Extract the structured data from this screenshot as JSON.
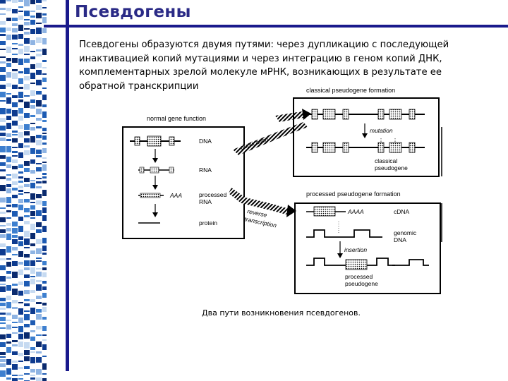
{
  "slide": {
    "title": "Псевдогены",
    "body": "Псевдогены образуются двумя путями: через дупликацию с последующей инактивацией копий мутациями и через интеграцию в геном копий ДНК, комплементарных зрелой молекуле мРНК, возникающих в результате ее обратной транскрипции",
    "caption": "Два пути возникновения псевдогенов.",
    "accent_color": "#1a1a8c"
  },
  "figure": {
    "panel_normal": {
      "title": "normal gene function",
      "labels": [
        "DNA",
        "RNA",
        "processed RNA",
        "protein"
      ]
    },
    "panel_classical": {
      "title": "classical pseudogene formation",
      "step_label": "mutation",
      "result_label": "classical pseudogene"
    },
    "panel_processed": {
      "title": "processed pseudogene formation",
      "cdna_label": "cDNA",
      "genomic_label": "genomic DNA",
      "step_label": "insertion",
      "result_label": "processed pseudogene",
      "polya_label": "AAAA"
    },
    "arrows": {
      "duplication": "duplication",
      "reverse_transcription": "reverse transcription"
    },
    "rna_tail": "AAA"
  }
}
